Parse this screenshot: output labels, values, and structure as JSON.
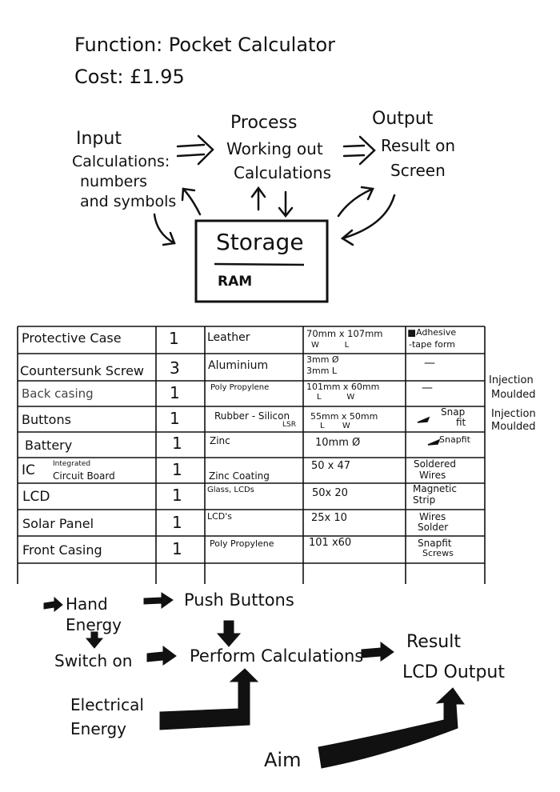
{
  "header": {
    "function_line": "Function: Pocket Calculator",
    "cost_line": "Cost: £1.95"
  },
  "system_diagram": {
    "input": {
      "title": "Input",
      "lines": [
        "Calculations:",
        "numbers",
        "and symbols"
      ]
    },
    "process": {
      "title": "Process",
      "lines": [
        "Working out",
        "Calculations"
      ]
    },
    "output": {
      "title": "Output",
      "lines": [
        "Result on",
        "Screen"
      ]
    },
    "storage": {
      "title": "Storage",
      "sub": "RAM"
    }
  },
  "parts_table": {
    "rows": [
      {
        "part": "Protective Case",
        "qty": "1",
        "material": "Leather",
        "size": "70mm x 107mm",
        "size_sub": "W          L",
        "fixing": "Adhesive",
        "fixing_sub": "-tape form"
      },
      {
        "part": "Countersunk Screw",
        "qty": "3",
        "material": "Aluminium",
        "size": "3mm Ø",
        "size_sub": "3mm L",
        "fixing": "—",
        "fixing_sub": ""
      },
      {
        "part": "Back casing",
        "qty": "1",
        "material": "Poly Propylene",
        "size": "101mm x 60mm",
        "size_sub": "L          W",
        "fixing": "—",
        "fixing_sub": ""
      },
      {
        "part": "Buttons",
        "qty": "1",
        "material": "Rubber - Silicon",
        "material_sub": "LSR",
        "size": "55mm x 50mm",
        "size_sub": "L       W",
        "fixing": "Snap",
        "fixing_sub": "fit"
      },
      {
        "part": "Battery",
        "qty": "1",
        "material": "Zinc",
        "size": "10mm Ø",
        "size_sub": "",
        "fixing": "Snapfit",
        "fixing_sub": ""
      },
      {
        "part": "IC",
        "part_small": "Integrated",
        "part_sub": "Circuit Board",
        "qty": "1",
        "material": "Zinc Coating",
        "size": "50 x 47",
        "size_sub": "",
        "fixing": "Soldered",
        "fixing_sub": "Wires"
      },
      {
        "part": "LCD",
        "qty": "1",
        "material": "Glass, LCDs",
        "size": "50x 20",
        "size_sub": "",
        "fixing": "Magnetic",
        "fixing_sub": "Strip"
      },
      {
        "part": "Solar Panel",
        "qty": "1",
        "material": "LCD's",
        "size": "25x 10",
        "size_sub": "",
        "fixing": "Wires",
        "fixing_sub": "Solder"
      },
      {
        "part": "Front Casing",
        "qty": "1",
        "material": "Poly Propylene",
        "size": "101 x60",
        "size_sub": "",
        "fixing": "Snapfit",
        "fixing_sub": "Screws"
      }
    ],
    "side_notes": [
      {
        "line1": "Injection",
        "line2": "Moulded"
      },
      {
        "line1": "Injection",
        "line2": "Moulded"
      }
    ]
  },
  "flow_diagram": {
    "hand_energy": "Hand Energy",
    "push_buttons": "Push Buttons",
    "switch_on": "Switch on",
    "perform": "Perform Calculations",
    "result": "Result",
    "lcd_output": "LCD Output",
    "electrical_energy": "Electrical Energy",
    "aim": "Aim"
  }
}
